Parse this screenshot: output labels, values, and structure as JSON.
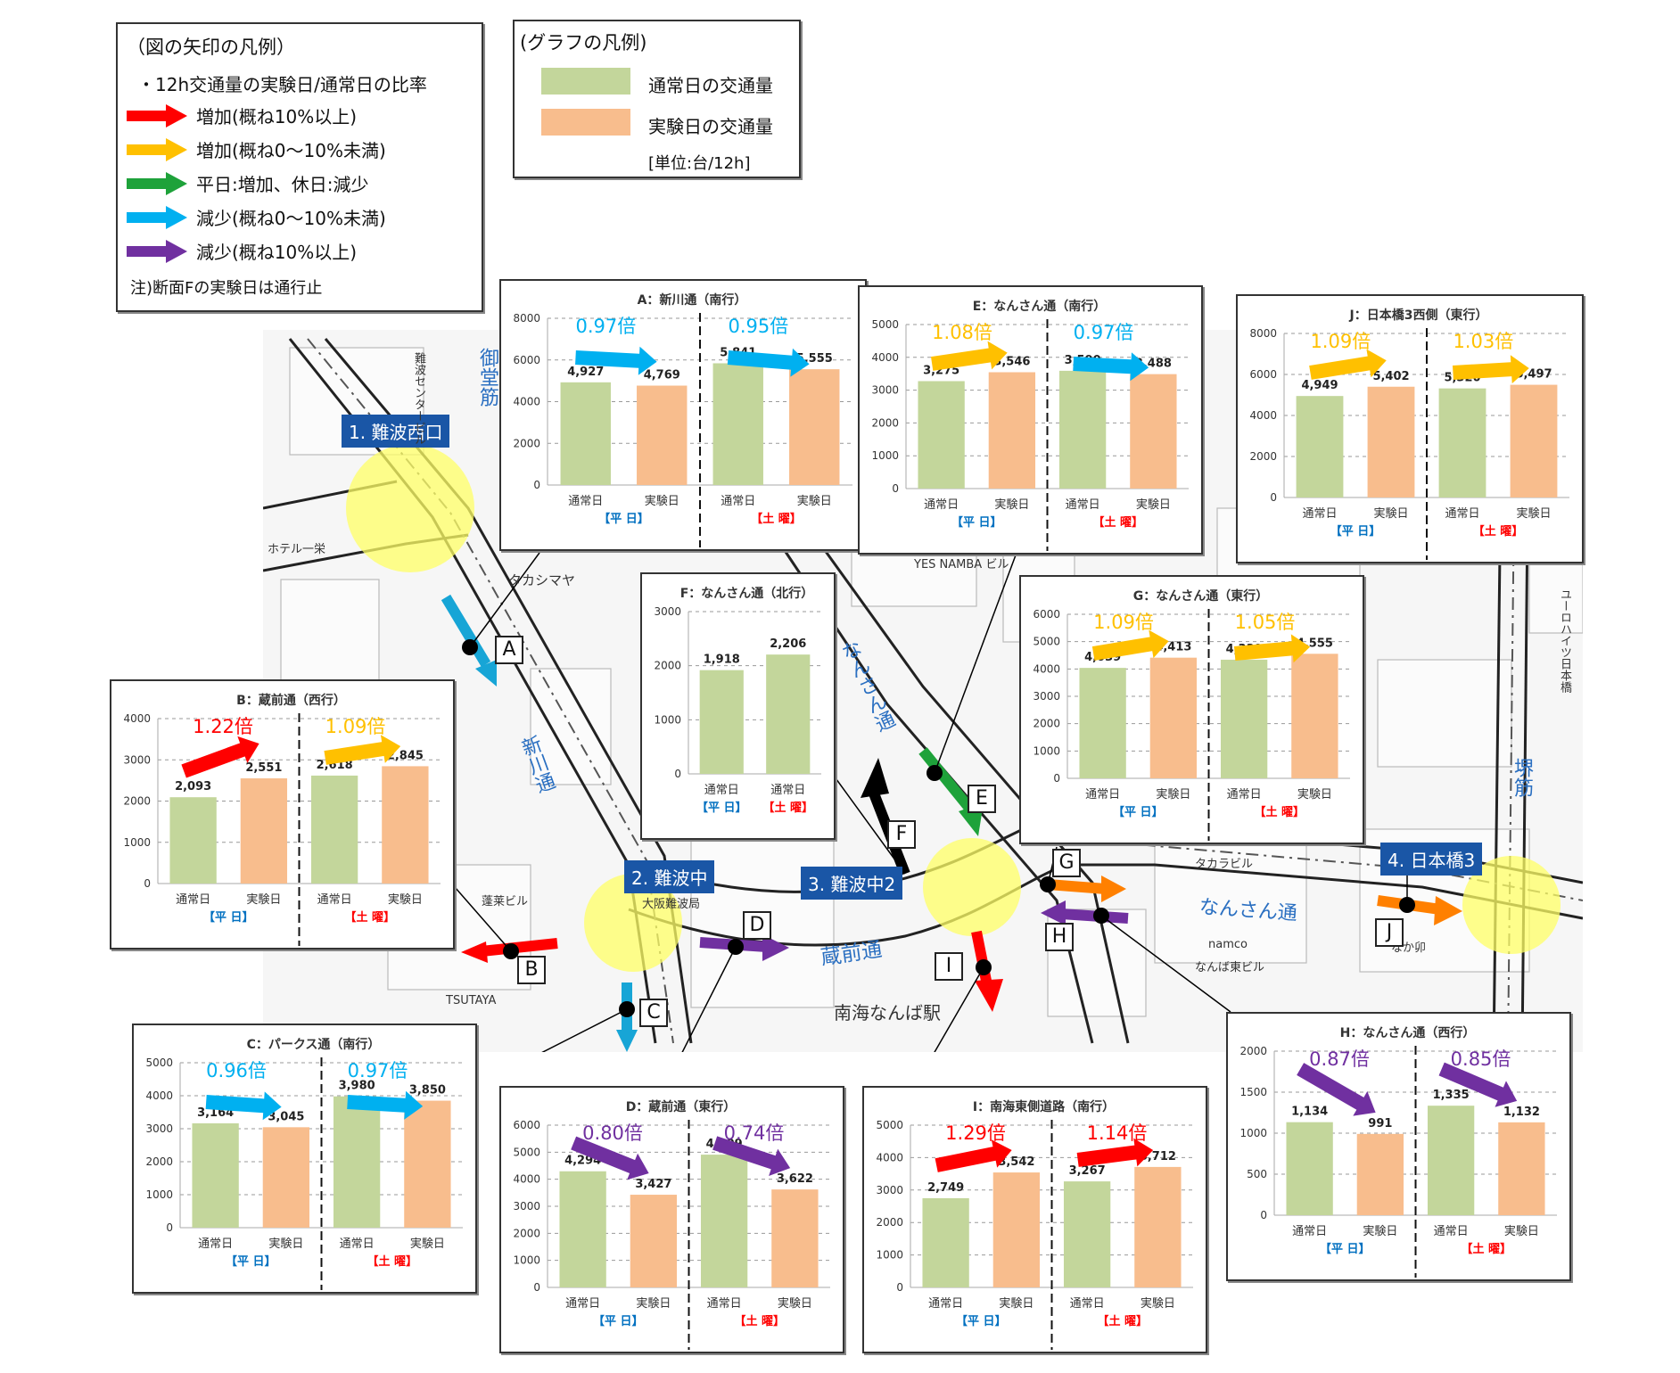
{
  "arrow_legend": {
    "title": "（図の矢印の凡例）",
    "subtitle": "・12h交通量の実験日/通常日の比率",
    "items": [
      {
        "label": "増加(概ね10%以上)",
        "color": "#ff0000",
        "icon": "arrow-right-icon"
      },
      {
        "label": "増加(概ね0〜10%未満)",
        "color": "#ffc000",
        "icon": "arrow-right-icon"
      },
      {
        "label": "平日:増加、休日:減少",
        "color": "#1ea23a",
        "icon": "arrow-right-icon"
      },
      {
        "label": "減少(概ね0〜10%未満)",
        "color": "#00b0f0",
        "icon": "arrow-right-icon"
      },
      {
        "label": "減少(概ね10%以上)",
        "color": "#7030a0",
        "icon": "arrow-right-icon"
      }
    ],
    "note": "注)断面Fの実験日は通行止"
  },
  "graph_legend": {
    "title": "(グラフの凡例)",
    "items": [
      {
        "label": "通常日の交通量",
        "color": "#c3d69b"
      },
      {
        "label": "実験日の交通量",
        "color": "#f8bd8d"
      }
    ],
    "unit": "[単位:台/12h]"
  },
  "map": {
    "stations": [
      {
        "label": "1. 難波西口"
      },
      {
        "label": "2. 難波中"
      },
      {
        "label": "3. 難波中2"
      },
      {
        "label": "4. 日本橋3"
      }
    ],
    "roads": [
      "御堂筋",
      "新川通",
      "蔵前通",
      "なんさん通",
      "なんさん通",
      "堺筋"
    ],
    "places": [
      "タカシマヤ",
      "南海なんば駅",
      "ホテル一栄",
      "TSUTAYA",
      "YES NAMBA ビル",
      "タカラビル",
      "namco",
      "なんば東ビル",
      "なか卯",
      "蓬莱ビル",
      "大阪難波局",
      "ユーロハイツ日本橋",
      "難波センタービル"
    ],
    "section_labels": [
      "A",
      "B",
      "C",
      "D",
      "E",
      "F",
      "G",
      "H",
      "I",
      "J"
    ]
  },
  "chart_data": [
    {
      "id": "A",
      "type": "bar",
      "title": "A：新川通（南行）",
      "categories": [
        "通常日",
        "実験日",
        "通常日",
        "実験日"
      ],
      "groups": [
        "【平 日】",
        "【土 曜】"
      ],
      "values": [
        4927,
        4769,
        5841,
        5555
      ],
      "value_labels": [
        "4,927",
        "4,769",
        "5,841",
        "5,555"
      ],
      "ylim": [
        0,
        8000
      ],
      "yticks": [
        0,
        2000,
        4000,
        6000,
        8000
      ],
      "ratios": [
        {
          "label": "0.97倍",
          "color": "#00b0f0"
        },
        {
          "label": "0.95倍",
          "color": "#00b0f0"
        }
      ],
      "grid": true
    },
    {
      "id": "E",
      "type": "bar",
      "title": "E：なんさん通（南行）",
      "categories": [
        "通常日",
        "実験日",
        "通常日",
        "実験日"
      ],
      "groups": [
        "【平 日】",
        "【土 曜】"
      ],
      "values": [
        3275,
        3546,
        3590,
        3488
      ],
      "value_labels": [
        "3,275",
        "3,546",
        "3,590",
        "3,488"
      ],
      "ylim": [
        0,
        5000
      ],
      "yticks": [
        0,
        1000,
        2000,
        3000,
        4000,
        5000
      ],
      "ratios": [
        {
          "label": "1.08倍",
          "color": "#ffc000"
        },
        {
          "label": "0.97倍",
          "color": "#00b0f0"
        }
      ],
      "grid": true
    },
    {
      "id": "J",
      "type": "bar",
      "title": "J：日本橋3西側（東行）",
      "categories": [
        "通常日",
        "実験日",
        "通常日",
        "実験日"
      ],
      "groups": [
        "【平 日】",
        "【土 曜】"
      ],
      "values": [
        4949,
        5402,
        5320,
        5497
      ],
      "value_labels": [
        "4,949",
        "5,402",
        "5,320",
        "5,497"
      ],
      "ylim": [
        0,
        8000
      ],
      "yticks": [
        0,
        2000,
        4000,
        6000,
        8000
      ],
      "ratios": [
        {
          "label": "1.09倍",
          "color": "#ffc000"
        },
        {
          "label": "1.03倍",
          "color": "#ffc000"
        }
      ],
      "grid": true
    },
    {
      "id": "F",
      "type": "bar",
      "title": "F：なんさん通（北行）",
      "categories": [
        "通常日",
        "通常日"
      ],
      "groups": [
        "【平 日】",
        "【土 曜】"
      ],
      "values": [
        1918,
        2206
      ],
      "value_labels": [
        "1,918",
        "2,206"
      ],
      "ylim": [
        0,
        3000
      ],
      "yticks": [
        0,
        1000,
        2000,
        3000
      ],
      "ratios": [],
      "grid": true
    },
    {
      "id": "G",
      "type": "bar",
      "title": "G：なんさん通（東行）",
      "categories": [
        "通常日",
        "実験日",
        "通常日",
        "実験日"
      ],
      "groups": [
        "【平 日】",
        "【土 曜】"
      ],
      "values": [
        4039,
        4413,
        4339,
        4555
      ],
      "value_labels": [
        "4,039",
        "4,413",
        "4,339",
        "4,555"
      ],
      "ylim": [
        0,
        6000
      ],
      "yticks": [
        0,
        1000,
        2000,
        3000,
        4000,
        5000,
        6000
      ],
      "ratios": [
        {
          "label": "1.09倍",
          "color": "#ffc000"
        },
        {
          "label": "1.05倍",
          "color": "#ffc000"
        }
      ],
      "grid": true
    },
    {
      "id": "B",
      "type": "bar",
      "title": "B：蔵前通（西行）",
      "categories": [
        "通常日",
        "実験日",
        "通常日",
        "実験日"
      ],
      "groups": [
        "【平 日】",
        "【土 曜】"
      ],
      "values": [
        2093,
        2551,
        2618,
        2845
      ],
      "value_labels": [
        "2,093",
        "2,551",
        "2,618",
        "2,845"
      ],
      "ylim": [
        0,
        4000
      ],
      "yticks": [
        0,
        1000,
        2000,
        3000,
        4000
      ],
      "ratios": [
        {
          "label": "1.22倍",
          "color": "#ff0000"
        },
        {
          "label": "1.09倍",
          "color": "#ffc000"
        }
      ],
      "grid": true
    },
    {
      "id": "C",
      "type": "bar",
      "title": "C：パークス通（南行）",
      "categories": [
        "通常日",
        "実験日",
        "通常日",
        "実験日"
      ],
      "groups": [
        "【平 日】",
        "【土 曜】"
      ],
      "values": [
        3164,
        3045,
        3980,
        3850
      ],
      "value_labels": [
        "3,164",
        "3,045",
        "3,980",
        "3,850"
      ],
      "ylim": [
        0,
        5000
      ],
      "yticks": [
        0,
        1000,
        2000,
        3000,
        4000,
        5000
      ],
      "ratios": [
        {
          "label": "0.96倍",
          "color": "#00b0f0"
        },
        {
          "label": "0.97倍",
          "color": "#00b0f0"
        }
      ],
      "grid": true
    },
    {
      "id": "D",
      "type": "bar",
      "title": "D：蔵前通（東行）",
      "categories": [
        "通常日",
        "実験日",
        "通常日",
        "実験日"
      ],
      "groups": [
        "【平 日】",
        "【土 曜】"
      ],
      "values": [
        4294,
        3427,
        4909,
        3622
      ],
      "value_labels": [
        "4,294",
        "3,427",
        "4,909",
        "3,622"
      ],
      "ylim": [
        0,
        6000
      ],
      "yticks": [
        0,
        1000,
        2000,
        3000,
        4000,
        5000,
        6000
      ],
      "ratios": [
        {
          "label": "0.80倍",
          "color": "#7030a0"
        },
        {
          "label": "0.74倍",
          "color": "#7030a0"
        }
      ],
      "grid": true
    },
    {
      "id": "I",
      "type": "bar",
      "title": "I：南海東側道路（南行）",
      "categories": [
        "通常日",
        "実験日",
        "通常日",
        "実験日"
      ],
      "groups": [
        "【平 日】",
        "【土 曜】"
      ],
      "values": [
        2749,
        3542,
        3267,
        3712
      ],
      "value_labels": [
        "2,749",
        "3,542",
        "3,267",
        "3,712"
      ],
      "ylim": [
        0,
        5000
      ],
      "yticks": [
        0,
        1000,
        2000,
        3000,
        4000,
        5000
      ],
      "ratios": [
        {
          "label": "1.29倍",
          "color": "#ff0000"
        },
        {
          "label": "1.14倍",
          "color": "#ff0000"
        }
      ],
      "grid": true
    },
    {
      "id": "H",
      "type": "bar",
      "title": "H：なんさん通（西行）",
      "categories": [
        "通常日",
        "実験日",
        "通常日",
        "実験日"
      ],
      "groups": [
        "【平 日】",
        "【土 曜】"
      ],
      "values": [
        1134,
        991,
        1335,
        1132
      ],
      "value_labels": [
        "1,134",
        "991",
        "1,335",
        "1,132"
      ],
      "ylim": [
        0,
        2000
      ],
      "yticks": [
        0,
        500,
        1000,
        1500,
        2000
      ],
      "ratios": [
        {
          "label": "0.87倍",
          "color": "#7030a0"
        },
        {
          "label": "0.85倍",
          "color": "#7030a0"
        }
      ],
      "grid": true
    }
  ],
  "colors": {
    "normal_bar": "#c3d69b",
    "experiment_bar": "#f8bd8d",
    "weekday_label": "#0070c0",
    "saturday_label": "#ff0000",
    "station_bg": "#1a56a6",
    "highlight": "#ffff66",
    "road_label": "#2a6fc1"
  }
}
